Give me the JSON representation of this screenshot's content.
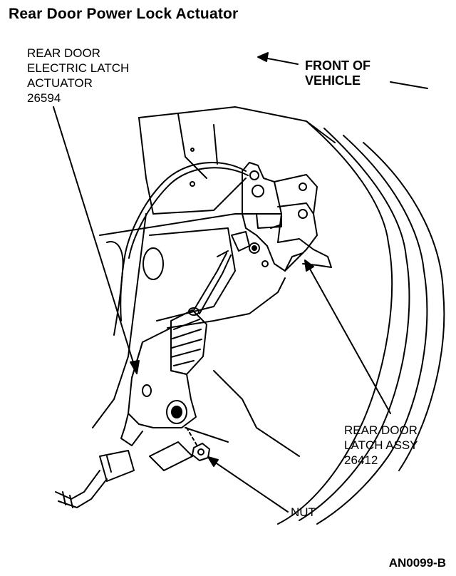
{
  "title": "Rear Door Power Lock Actuator",
  "labels": {
    "actuator": "REAR DOOR\nELECTRIC LATCH\nACTUATOR\n26594",
    "front": "FRONT OF\nVEHICLE",
    "latch": "REAR DOOR\nLATCH ASSY\n26412",
    "nut": "NUT"
  },
  "figure_code": "AN0099-B",
  "icons": {
    "actuator": "electric-latch-actuator-icon",
    "latch": "latch-assembly-icon",
    "nut": "nut-icon",
    "connector": "electrical-connector-icon"
  }
}
